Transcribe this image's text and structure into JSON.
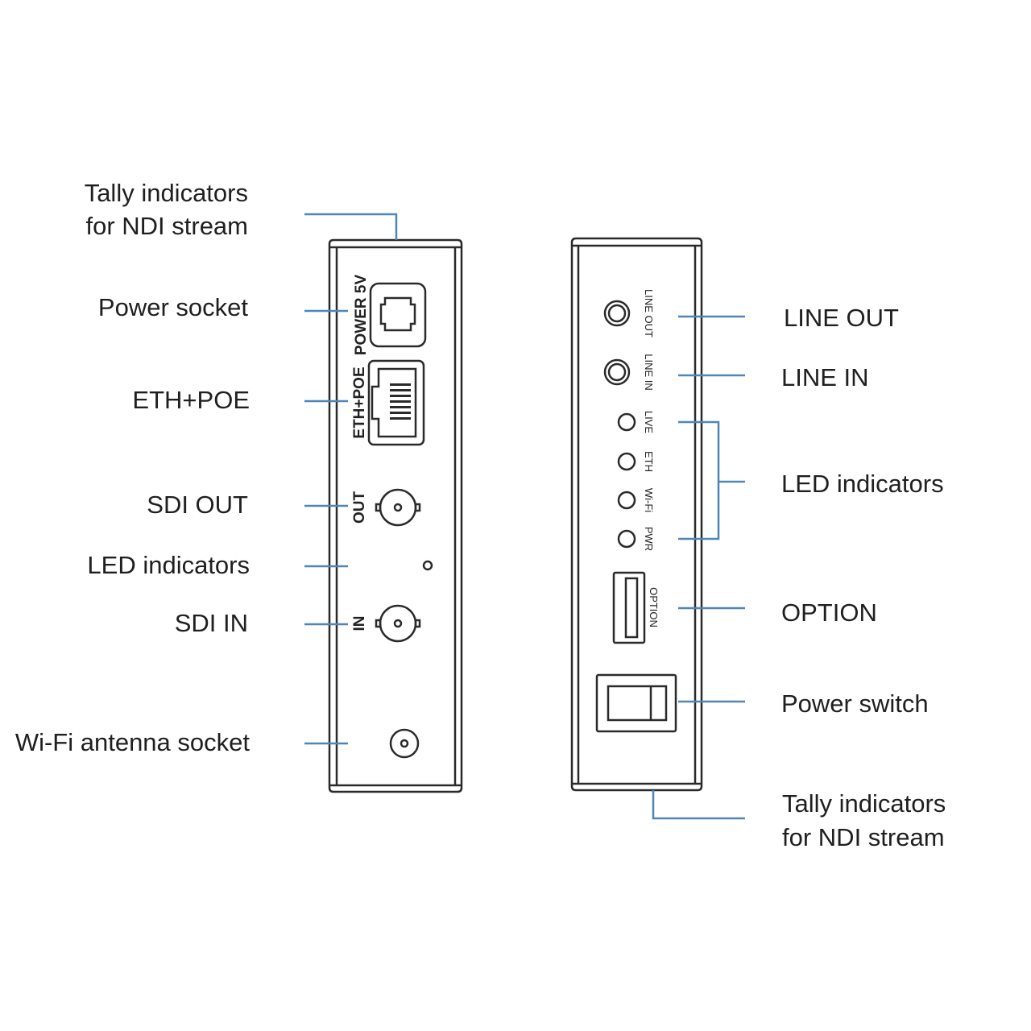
{
  "colors": {
    "leader": "#4f86b8",
    "outline": "#2a2a2a"
  },
  "left_labels": {
    "tally": [
      "Tally indicators",
      "for NDI stream"
    ],
    "power_socket": "Power socket",
    "eth_poe": "ETH+POE",
    "sdi_out": "SDI OUT",
    "led": "LED indicators",
    "sdi_in": "SDI IN",
    "wifi_antenna": "Wi-Fi antenna socket"
  },
  "right_labels": {
    "line_out": "LINE OUT",
    "line_in": "LINE IN",
    "led": "LED indicators",
    "option": "OPTION",
    "power_switch": "Power switch",
    "tally": [
      "Tally indicators",
      "for NDI stream"
    ]
  },
  "left_panel": {
    "power": "POWER 5V",
    "eth": "ETH+POE",
    "out": "OUT",
    "in": "IN"
  },
  "right_panel": {
    "line_out": "LINE OUT",
    "line_in": "LINE IN",
    "live": "LIVE",
    "eth": "ETH",
    "wifi": "Wi-Fi",
    "pwr": "PWR",
    "option": "OPTION"
  }
}
